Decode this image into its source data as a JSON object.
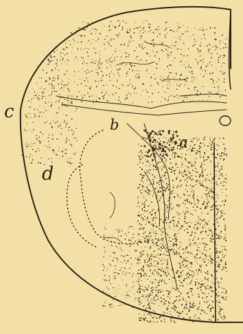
{
  "figure": {
    "labels": {
      "c": "c",
      "d": "d",
      "b": "b",
      "a": "a"
    },
    "colors": {
      "paper": "#f3e0a6",
      "ink": "#2a2217"
    }
  }
}
